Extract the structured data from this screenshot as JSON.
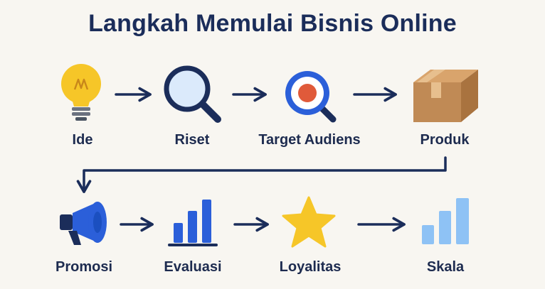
{
  "title": "Langkah Memulai Bisnis Online",
  "colors": {
    "navy": "#1b2d5a",
    "blue": "#2b5fd9",
    "light_blue": "#8ec2f5",
    "yellow": "#f6c628",
    "box_brown": "#c08a55",
    "target_red": "#e05a3a"
  },
  "steps": [
    {
      "label": "Ide",
      "icon": "lightbulb-icon"
    },
    {
      "label": "Riset",
      "icon": "magnifier-icon"
    },
    {
      "label": "Target Audiens",
      "icon": "target-magnifier-icon"
    },
    {
      "label": "Produk",
      "icon": "box-icon"
    },
    {
      "label": "Promosi",
      "icon": "megaphone-icon"
    },
    {
      "label": "Evaluasi",
      "icon": "bar-chart-icon"
    },
    {
      "label": "Loyalitas",
      "icon": "star-icon"
    },
    {
      "label": "Skala",
      "icon": "growth-chart-icon"
    }
  ]
}
